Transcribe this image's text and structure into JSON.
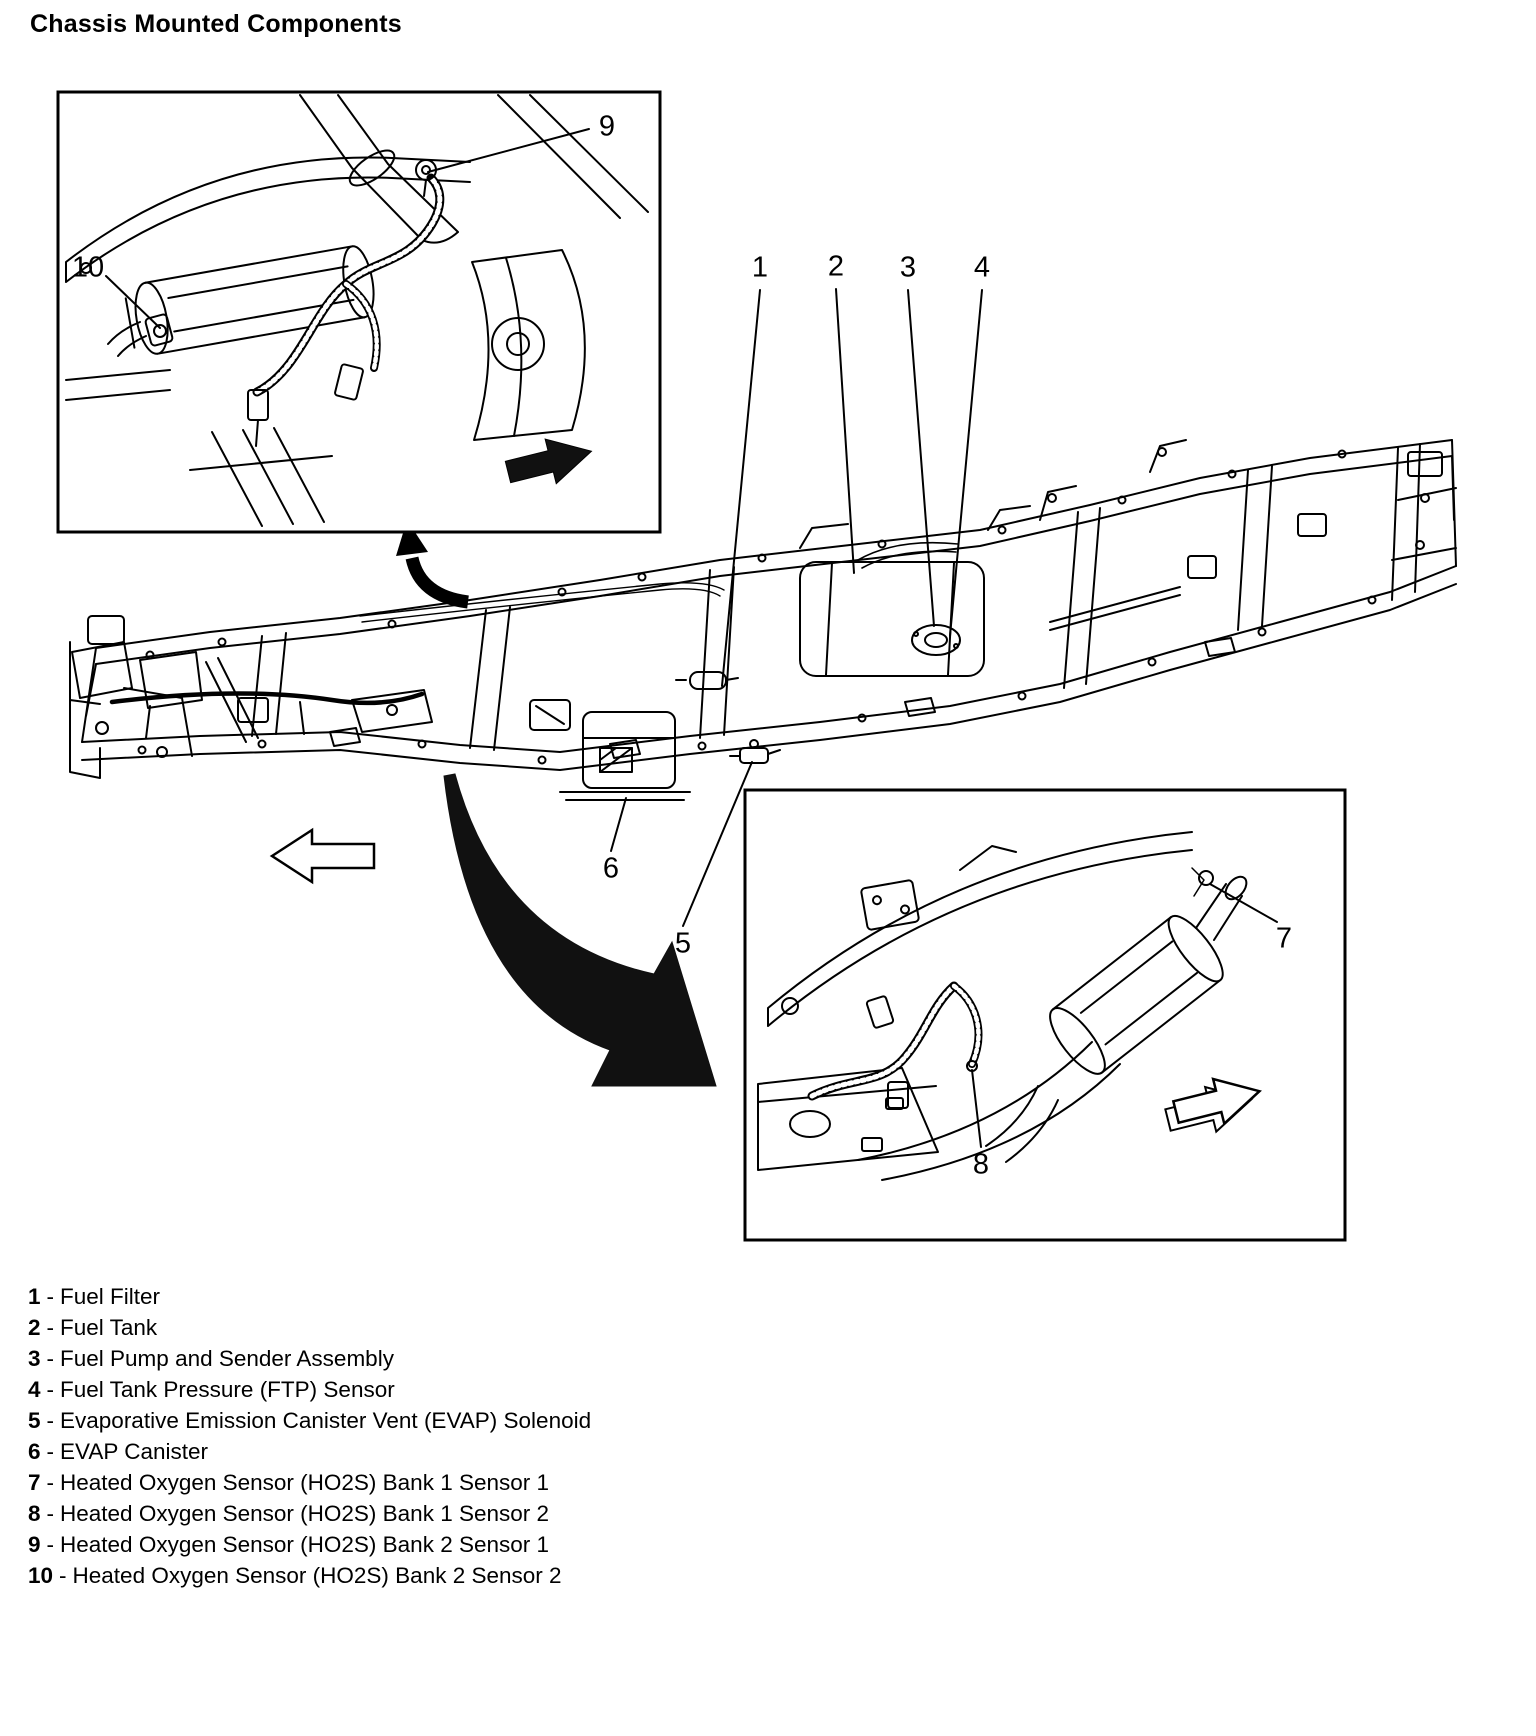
{
  "page": {
    "title": "Chassis Mounted Components"
  },
  "callouts": [
    "1",
    "2",
    "3",
    "4",
    "5",
    "6",
    "7",
    "8",
    "9",
    "10"
  ],
  "legend": {
    "separator": "-",
    "items": [
      {
        "num": "1",
        "label": "Fuel Filter"
      },
      {
        "num": "2",
        "label": "Fuel Tank"
      },
      {
        "num": "3",
        "label": "Fuel Pump and Sender Assembly"
      },
      {
        "num": "4",
        "label": "Fuel Tank Pressure (FTP) Sensor"
      },
      {
        "num": "5",
        "label": "Evaporative Emission Canister Vent (EVAP) Solenoid"
      },
      {
        "num": "6",
        "label": "EVAP Canister"
      },
      {
        "num": "7",
        "label": "Heated Oxygen Sensor (HO2S) Bank 1 Sensor 1"
      },
      {
        "num": "8",
        "label": "Heated Oxygen Sensor (HO2S) Bank 1 Sensor 2"
      },
      {
        "num": "9",
        "label": "Heated Oxygen Sensor (HO2S) Bank 2 Sensor 1"
      },
      {
        "num": "10",
        "label": "Heated Oxygen Sensor (HO2S) Bank 2 Sensor 2"
      }
    ]
  }
}
